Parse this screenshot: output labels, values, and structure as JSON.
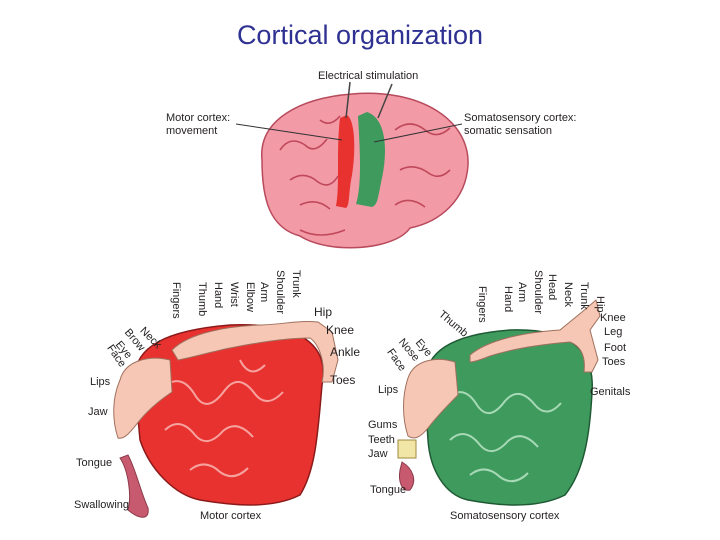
{
  "title": "Cortical organization",
  "top": {
    "stimulation": "Electrical stimulation",
    "motor_label_1": "Motor cortex:",
    "motor_label_2": "movement",
    "somato_label_1": "Somatosensory cortex:",
    "somato_label_2": "somatic sensation"
  },
  "motor": {
    "caption": "Motor cortex",
    "vertical_labels": [
      "Fingers",
      "Thumb",
      "Hand",
      "Wrist",
      "Elbow",
      "Arm",
      "Shoulder",
      "Trunk"
    ],
    "labels": {
      "hip": "Hip",
      "knee": "Knee",
      "ankle": "Ankle",
      "toes": "Toes",
      "neck": "Neck",
      "brow": "Brow",
      "eye": "Eye",
      "face": "Face",
      "lips": "Lips",
      "jaw": "Jaw",
      "tongue": "Tongue",
      "swallowing": "Swallowing"
    }
  },
  "somato": {
    "caption": "Somatosensory cortex",
    "vertical_labels": [
      "Fingers",
      "Hand",
      "Arm",
      "Shoulder",
      "Head",
      "Neck",
      "Trunk",
      "Hip"
    ],
    "labels": {
      "knee": "Knee",
      "leg": "Leg",
      "foot": "Foot",
      "toes": "Toes",
      "genitals": "Genitals",
      "thumb": "Thumb",
      "eye": "Eye",
      "nose": "Nose",
      "face": "Face",
      "lips": "Lips",
      "gums": "Gums",
      "teeth": "Teeth",
      "jaw": "Jaw",
      "tongue": "Tongue"
    }
  },
  "colors": {
    "title": "#2e3192",
    "brain": "#f29aa6",
    "motor": "#e8322f",
    "somato": "#3f9a5e",
    "skin": "#f6c7b4"
  }
}
